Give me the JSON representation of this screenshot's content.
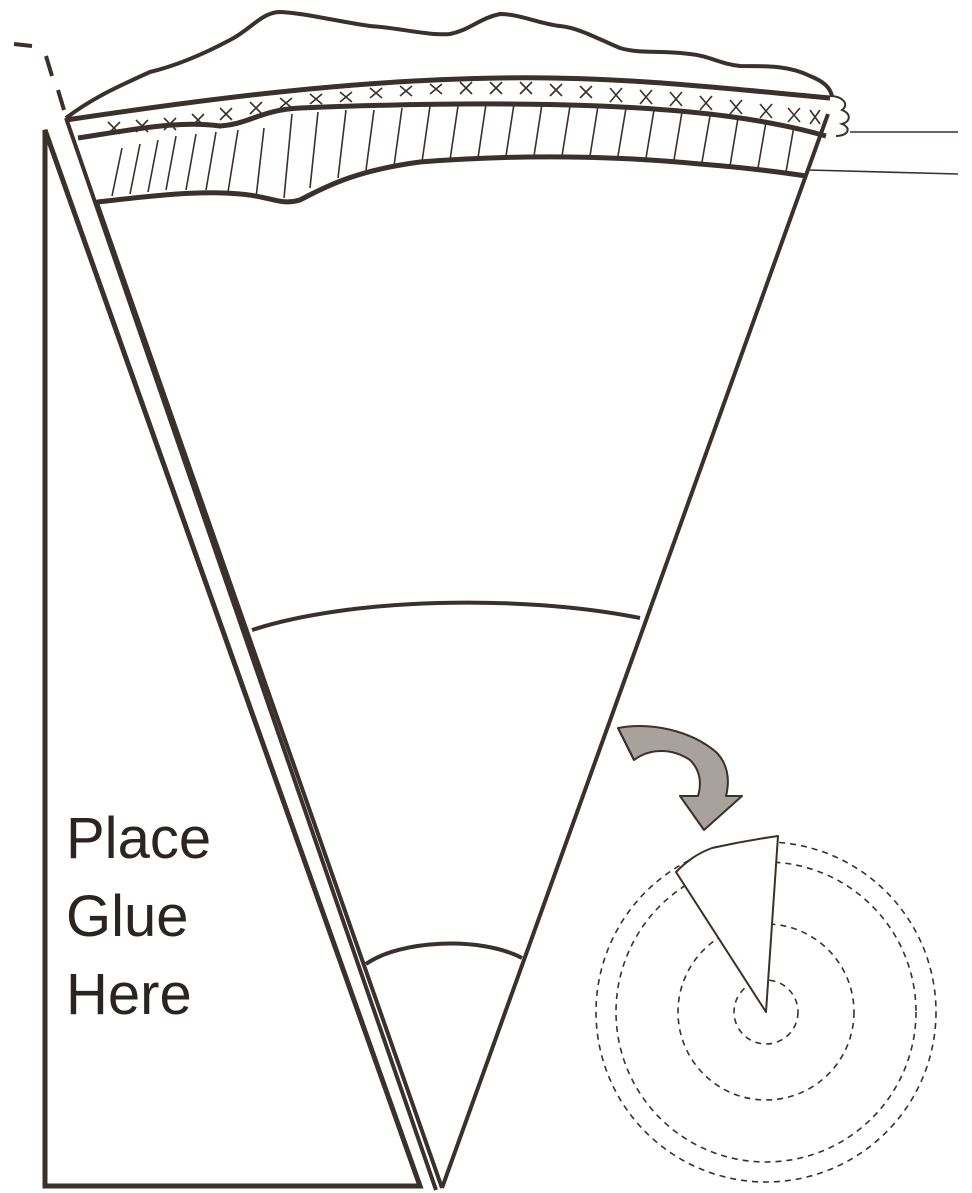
{
  "glue_tab": {
    "lines": [
      "Place",
      "Glue",
      "Here"
    ]
  },
  "colors": {
    "ink": "#3a302c",
    "arrow_fill": "#a8a19c",
    "paper": "#ffffff"
  },
  "icons": {
    "fold_arrow": "curved-arrow-icon",
    "placement_guide": "dashed-circles-icon"
  }
}
